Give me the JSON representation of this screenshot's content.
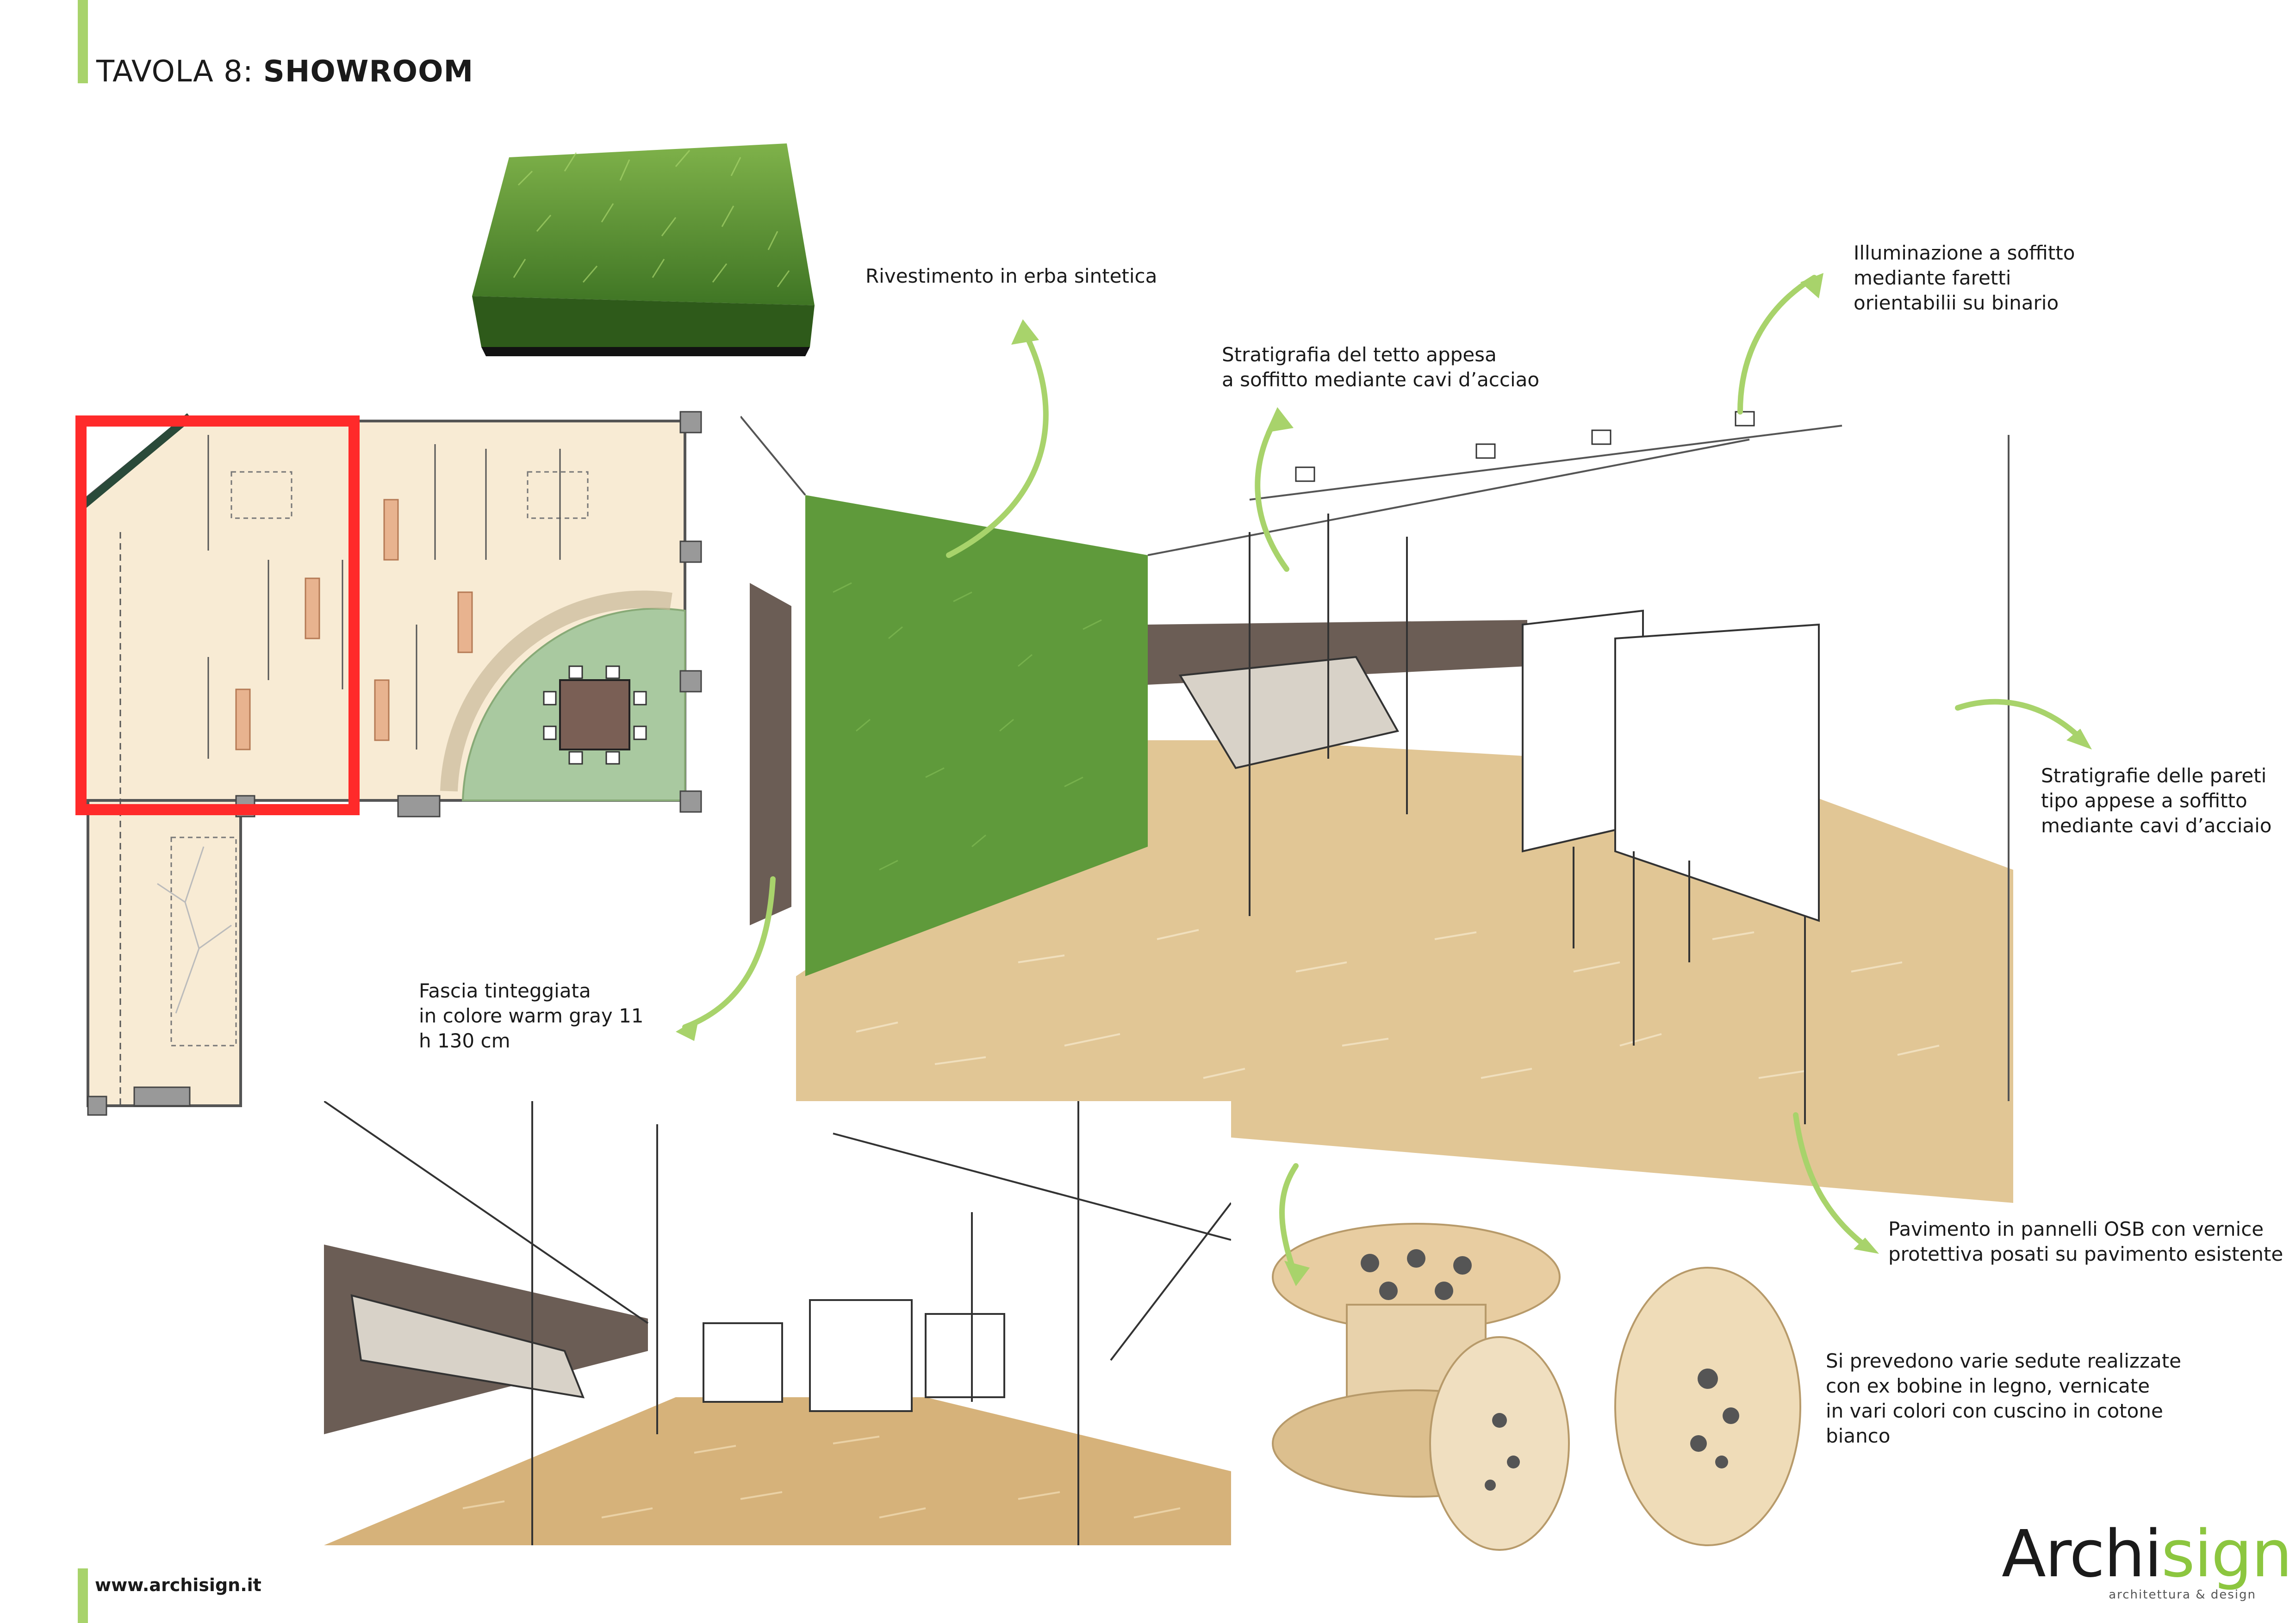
{
  "header": {
    "prefix": "TAVOLA 8: ",
    "title": "SHOWROOM"
  },
  "annotations": {
    "grass": "Rivestimento in erba sintetica",
    "roof": "Stratigrafia del tetto appesa\na soffitto mediante cavi d’acciao",
    "lighting": "Illuminazione  a soffitto\nmediante faretti\norientabilii su binario",
    "walls": "Stratigrafie delle pareti\ntipo appese a soffitto\nmediante cavi d’acciaio",
    "band": "Fascia tinteggiata\nin colore warm gray 11\nh 130 cm",
    "floor": "Pavimento in pannelli OSB con vernice\nprotettiva posati su pavimento esistente",
    "seats": "Si prevedono varie sedute realizzate\ncon ex bobine in legno, vernicate\nin vari colori con cuscino in cotone\nbianco"
  },
  "footer": {
    "url": "www.archisign.it"
  },
  "logo": {
    "word_a": "Archi",
    "word_b": "sign",
    "subtitle": "architettura & design"
  },
  "colors": {
    "accent": "#a8d36b",
    "plan_fill": "#f8ebd4",
    "plan_green": "#a9c9a0",
    "highlight": "#ff2a2a",
    "warm_gray": "#6b5d55",
    "grass": "#5f9a3b",
    "osb": "#e1c695"
  }
}
